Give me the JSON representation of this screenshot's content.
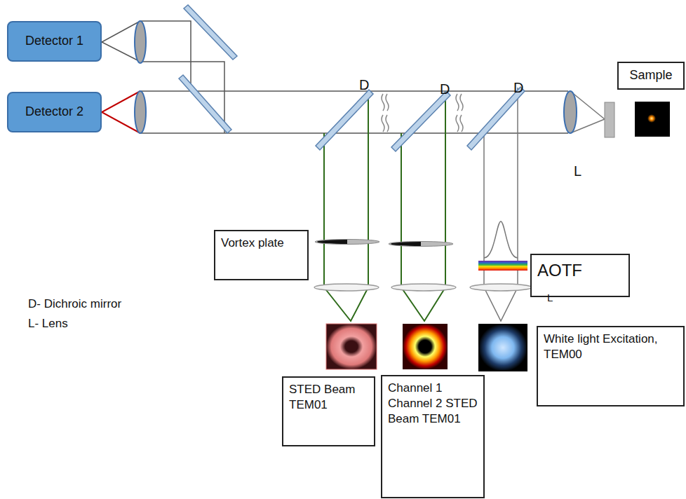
{
  "diagram": {
    "nodes": [
      {
        "text": [
          "Detector 1"
        ]
      },
      {
        "text": [
          "Detector 2"
        ]
      },
      {
        "text": [
          "Sample"
        ]
      },
      {
        "text": [
          "Vortex plate"
        ]
      },
      {
        "text": [
          "AOTF"
        ]
      },
      {
        "text": [
          "STED Beam TEM01"
        ]
      },
      {
        "text": [
          "Channel 1 Channel 2 STED Beam TEM01"
        ]
      },
      {
        "text": [
          "White light Excitation, TEM00"
        ]
      }
    ],
    "labels": [
      "D",
      "D",
      "D",
      "L",
      "L",
      "D- Dichroic mirror",
      "L- Lens"
    ]
  }
}
